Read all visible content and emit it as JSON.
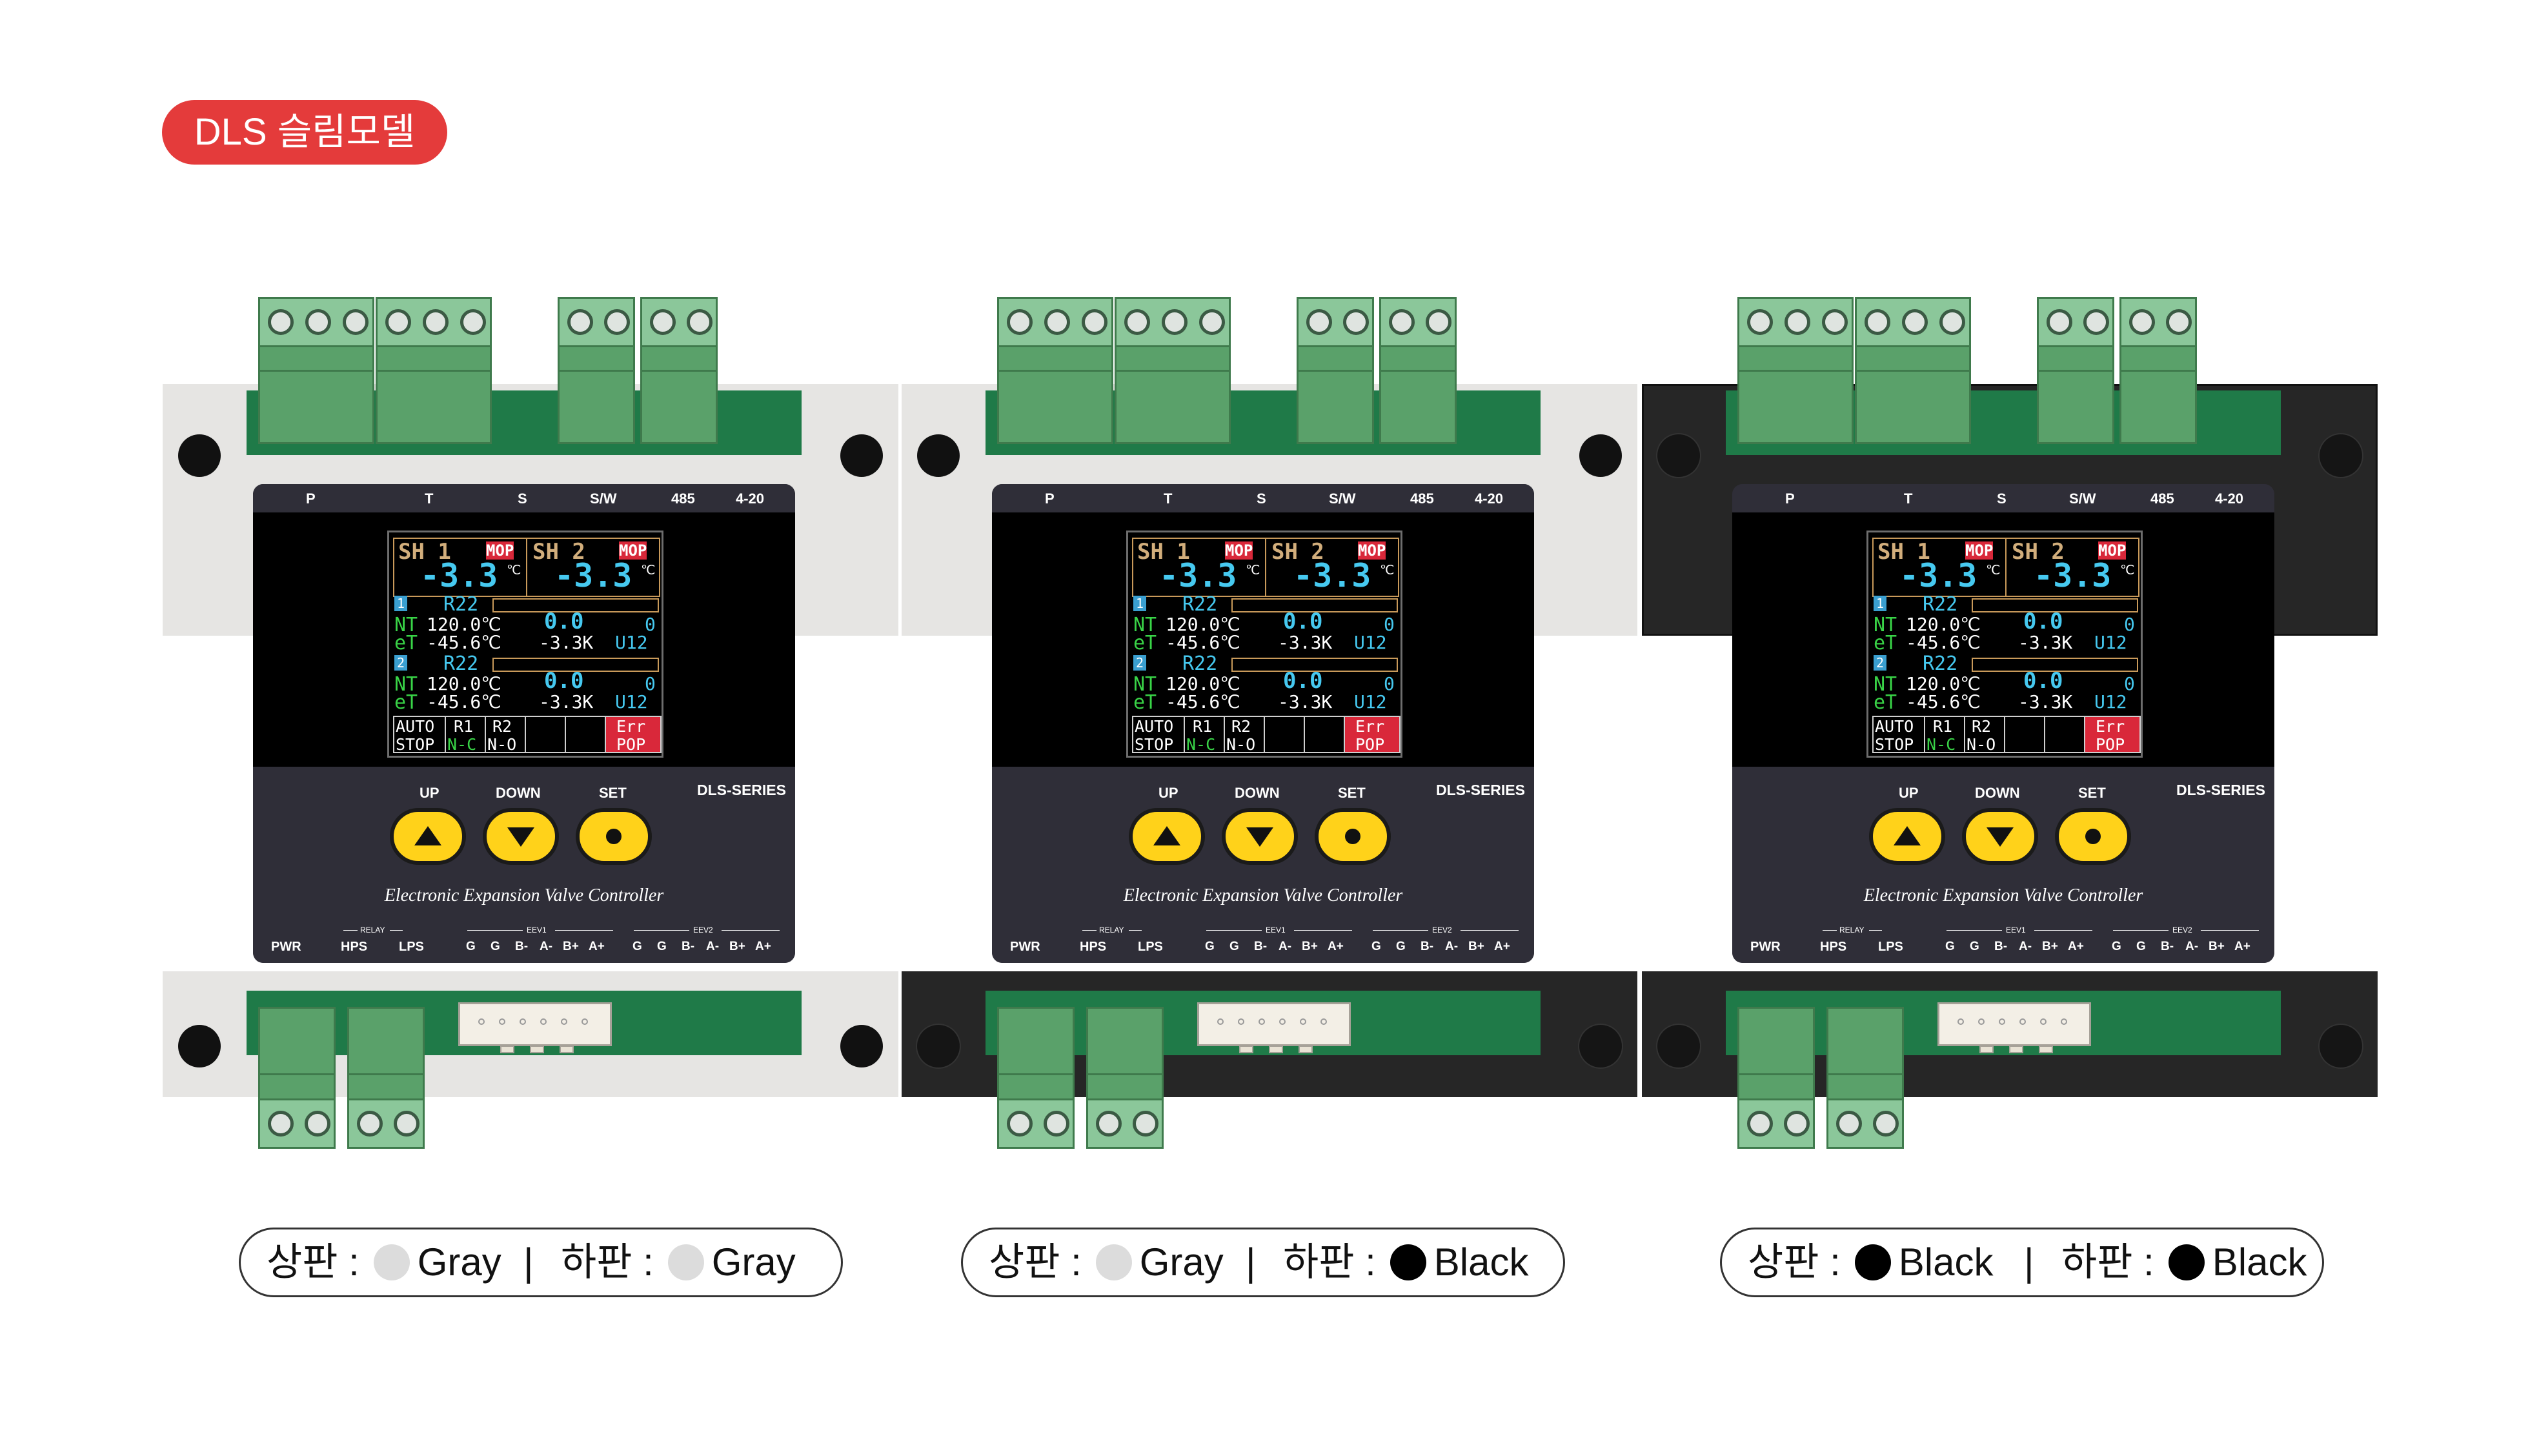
{
  "badge": "DLS 슬림모델",
  "panel_labels": {
    "terminals": [
      "P",
      "T",
      "S",
      "S/W",
      "485",
      "4-20"
    ],
    "buttons": [
      "UP",
      "DOWN",
      "SET"
    ],
    "series": "DLS-SERIES",
    "controller_name": "Electronic Expansion Valve Controller",
    "relay_group": "RELAY",
    "eev1_group": "EEV1",
    "eev2_group": "EEV2",
    "pins": [
      "PWR",
      "HPS",
      "LPS",
      "G",
      "G",
      "B-",
      "A-",
      "B+",
      "A+",
      "G",
      "G",
      "B-",
      "A-",
      "B+",
      "A+"
    ]
  },
  "lcd": {
    "sh1": "SH 1",
    "sh2": "SH 2",
    "mop": "MOP",
    "sh1_value": "-3.3",
    "sh2_value": "-3.3",
    "deg_c": "℃",
    "ch1": "1",
    "ch2": "2",
    "refrigerant": "R22",
    "nt": "NT",
    "et": "eT",
    "nt_value": "120.0℃",
    "et_value": "-45.6℃",
    "value_a": "0.0",
    "value_b": "0",
    "value_c": "-3.3K",
    "value_d": "U12",
    "auto": "AUTO",
    "stop": "STOP",
    "r1": "R1",
    "r2": "R2",
    "nc": "N-C",
    "no": "N-O",
    "err": "Err",
    "pop": "POP"
  },
  "legends": [
    {
      "top_label": "상판 :",
      "top_color": "Gray",
      "separator": "|",
      "bottom_label": "하판 :",
      "bottom_color": "Gray"
    },
    {
      "top_label": "상판 :",
      "top_color": "Gray",
      "separator": "|",
      "bottom_label": "하판 :",
      "bottom_color": "Black"
    },
    {
      "top_label": "상판 :",
      "top_color": "Black",
      "separator": "|",
      "bottom_label": "하판 :",
      "bottom_color": "Black"
    }
  ],
  "colors": {
    "badge": "#e43b3b",
    "gray_housing": "#e6e5e3",
    "black_housing": "#262626",
    "pcb_green": "#1f7a48",
    "terminal_green": "#5aa16a",
    "button_yellow": "#ffd21a"
  },
  "icons": [
    "up-triangle-icon",
    "down-triangle-icon",
    "set-dot-icon"
  ]
}
